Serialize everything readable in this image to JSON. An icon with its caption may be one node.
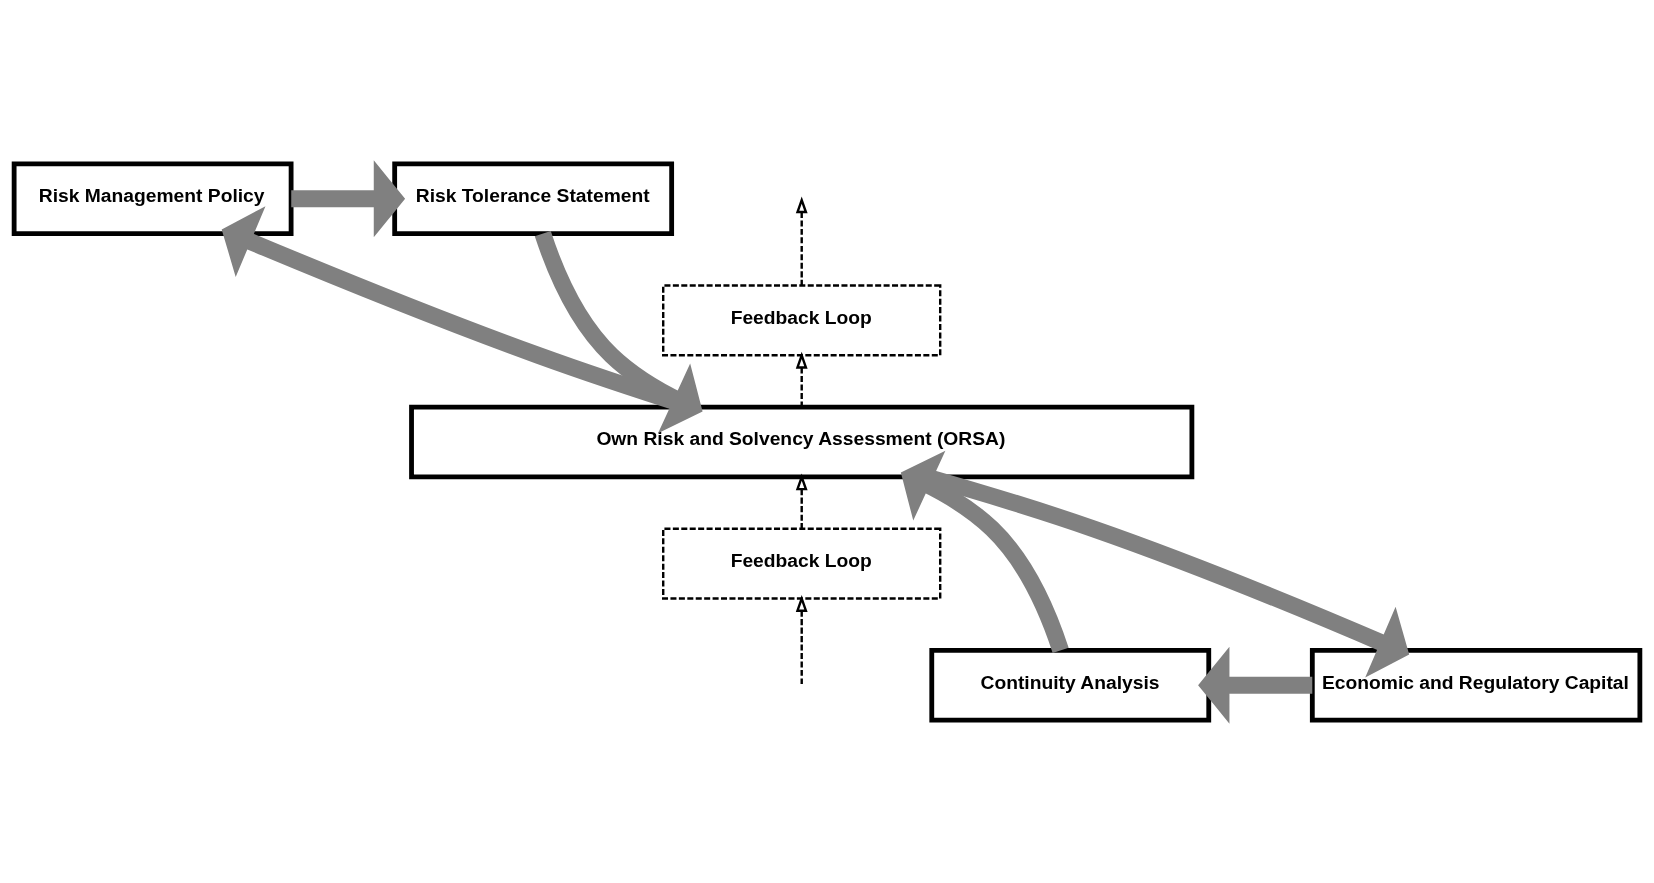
{
  "diagram": {
    "nodes": [
      {
        "text": [
          "Risk Management Policy"
        ]
      },
      {
        "text": [
          "Risk Tolerance Statement"
        ]
      },
      {
        "text": [
          "Feedback Loop"
        ]
      },
      {
        "text": [
          "Own Risk and Solvency Assessment (ORSA)"
        ]
      },
      {
        "text": [
          "Feedback Loop"
        ]
      },
      {
        "text": [
          "Continuity Analysis"
        ]
      },
      {
        "text": [
          "Economic and Regulatory Capital"
        ]
      }
    ],
    "edges": [
      {
        "from": 0,
        "to": 1,
        "arrow": "to"
      },
      {
        "from": 1,
        "to": 3,
        "arrow": "to"
      },
      {
        "from": 3,
        "to": 6,
        "arrow": "to"
      },
      {
        "from": 6,
        "to": 5,
        "arrow": "to"
      },
      {
        "from": 5,
        "to": 3,
        "arrow": "to"
      },
      {
        "from": 3,
        "to": 0,
        "arrow": "to"
      },
      {
        "from": 2,
        "to": null,
        "arrow": "to",
        "style": "dashed",
        "color": "#000000"
      },
      {
        "from": 3,
        "to": 2,
        "arrow": "to",
        "style": "dashed",
        "color": "#000000"
      },
      {
        "from": 4,
        "to": 3,
        "arrow": "to",
        "style": "dashed",
        "color": "#000000"
      },
      {
        "from": null,
        "to": 4,
        "arrow": "to",
        "style": "dashed",
        "color": "#000000"
      }
    ]
  }
}
